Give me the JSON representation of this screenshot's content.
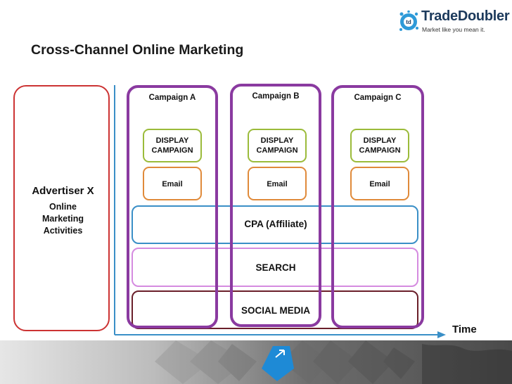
{
  "logo": {
    "brand_part1": "Trade",
    "brand_part2": "Doubler",
    "tagline": "Market like you mean it.",
    "mark_text": "td",
    "icon": "tradedoubler-logo-icon"
  },
  "title": "Cross-Channel Online Marketing",
  "advertiser": {
    "name": "Advertiser X",
    "description": "Online Marketing Activities"
  },
  "campaigns": [
    {
      "label": "Campaign A",
      "display": "DISPLAY CAMPAIGN",
      "email": "Email"
    },
    {
      "label": "Campaign B",
      "display": "DISPLAY CAMPAIGN",
      "email": "Email"
    },
    {
      "label": "Campaign C",
      "display": "DISPLAY CAMPAIGN",
      "email": "Email"
    }
  ],
  "channels": [
    {
      "label": "CPA (Affiliate)"
    },
    {
      "label": "SEARCH"
    },
    {
      "label": "SOCIAL MEDIA"
    }
  ],
  "axis": {
    "time_label": "Time"
  },
  "colors": {
    "advertiser_border": "#cc3333",
    "campaign_border": "#8a3aa0",
    "display_border": "#9bbb3a",
    "email_border": "#e08a3a",
    "cpa_border": "#3a8fc7",
    "search_border": "#d58be0",
    "social_border": "#6a1f2a",
    "axis_line": "#3a8fc7",
    "banner_accent": "#1e8ad6"
  }
}
